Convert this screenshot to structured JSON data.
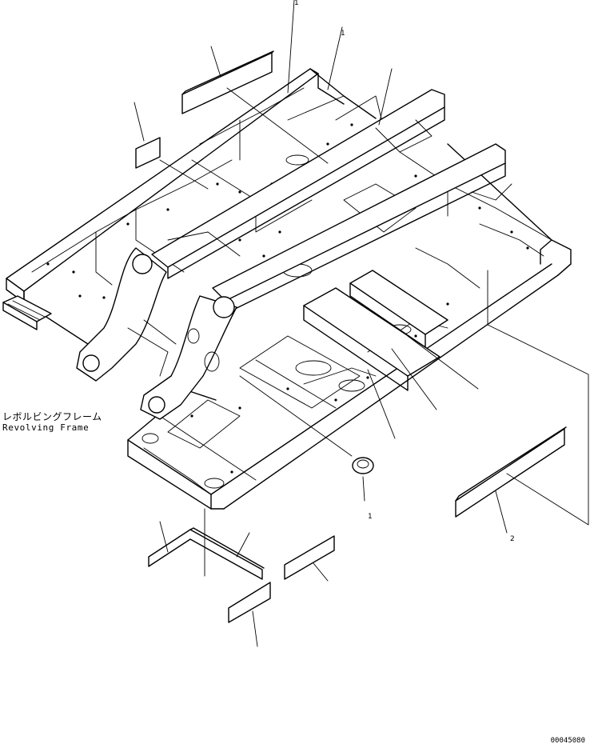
{
  "caption": {
    "japanese": "レボルビングフレーム",
    "english": "Revolving Frame"
  },
  "drawing_code": "00045080",
  "callouts": {
    "top_center": "1",
    "top_right": "1",
    "bottom_center": "1",
    "bottom_right": "2"
  }
}
